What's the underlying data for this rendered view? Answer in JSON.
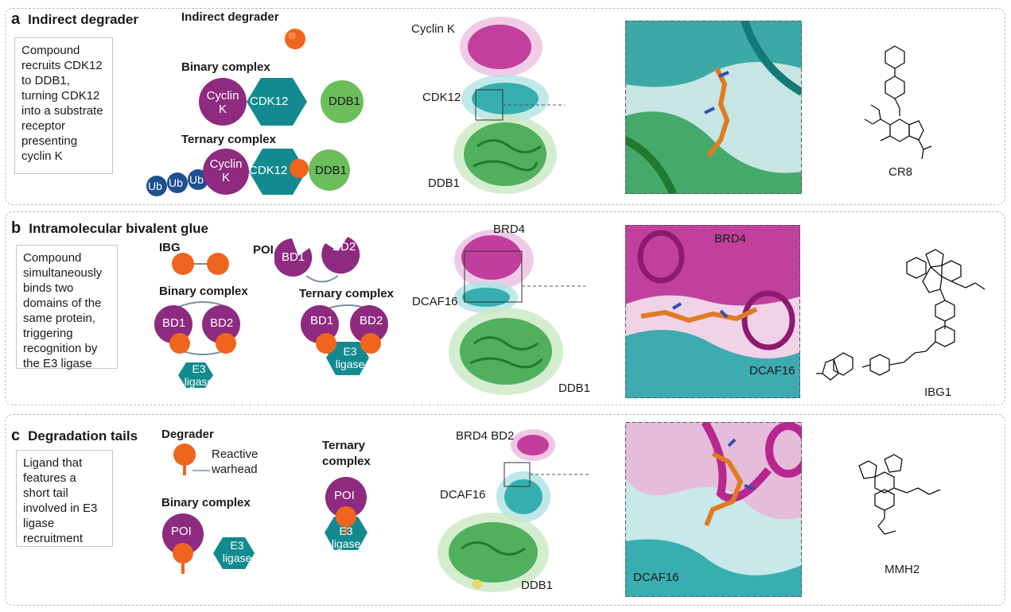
{
  "panels": {
    "a": {
      "letter": "a",
      "title": "Indirect degrader",
      "description": "Compound recruits CDK12 to DDB1, turning CDK12 into a substrate receptor presenting cyclin K",
      "degrader_label": "Indirect degrader",
      "binary_label": "Binary complex",
      "ternary_label": "Ternary complex",
      "shape_cyclin_line1": "Cyclin",
      "shape_cyclin_line2": "K",
      "shape_cdk12": "CDK12",
      "shape_ddb1": "DDB1",
      "shape_ub": "Ub",
      "struct_cyclin": "Cyclin K",
      "struct_cdk12": "CDK12",
      "struct_ddb1": "DDB1",
      "compound_name": "CR8"
    },
    "b": {
      "letter": "b",
      "title": "Intramolecular bivalent glue",
      "description": "Compound simultaneously binds two domains of the same protein, triggering recognition by the E3 ligase",
      "ibg_label": "IBG",
      "poi_label": "POI",
      "binary_label": "Binary complex",
      "ternary_label": "Ternary complex",
      "shape_bd1": "BD1",
      "shape_bd2": "BD2",
      "shape_e3_line1": "E3",
      "shape_e3_line2": "ligase",
      "struct_brd4": "BRD4",
      "struct_dcaf16": "DCAF16",
      "struct_ddb1": "DDB1",
      "zoom_brd4": "BRD4",
      "zoom_dcaf16": "DCAF16",
      "compound_name": "IBG1"
    },
    "c": {
      "letter": "c",
      "title": "Degradation tails",
      "description": "Ligand that features a short tail involved in E3 ligase recruitment",
      "degrader_label": "Degrader",
      "warhead_line1": "Reactive",
      "warhead_line2": "warhead",
      "binary_label": "Binary complex",
      "ternary_line1": "Ternary",
      "ternary_line2": "complex",
      "shape_poi": "POI",
      "shape_e3_line1": "E3",
      "shape_e3_line2": "ligase",
      "struct_brd4bd2": "BRD4 BD2",
      "struct_dcaf16": "DCAF16",
      "struct_ddb1": "DDB1",
      "zoom_dcaf16": "DCAF16",
      "compound_name": "MMH2"
    }
  },
  "colors": {
    "purple": "#8e2a7f",
    "teal": "#138a8f",
    "green": "#6cbd5b",
    "orange": "#f0651e",
    "navy": "#1e4f8f",
    "magenta_protein": "#b8268f",
    "green_protein": "#3aa54a",
    "cyan_protein": "#1fa3a6"
  }
}
